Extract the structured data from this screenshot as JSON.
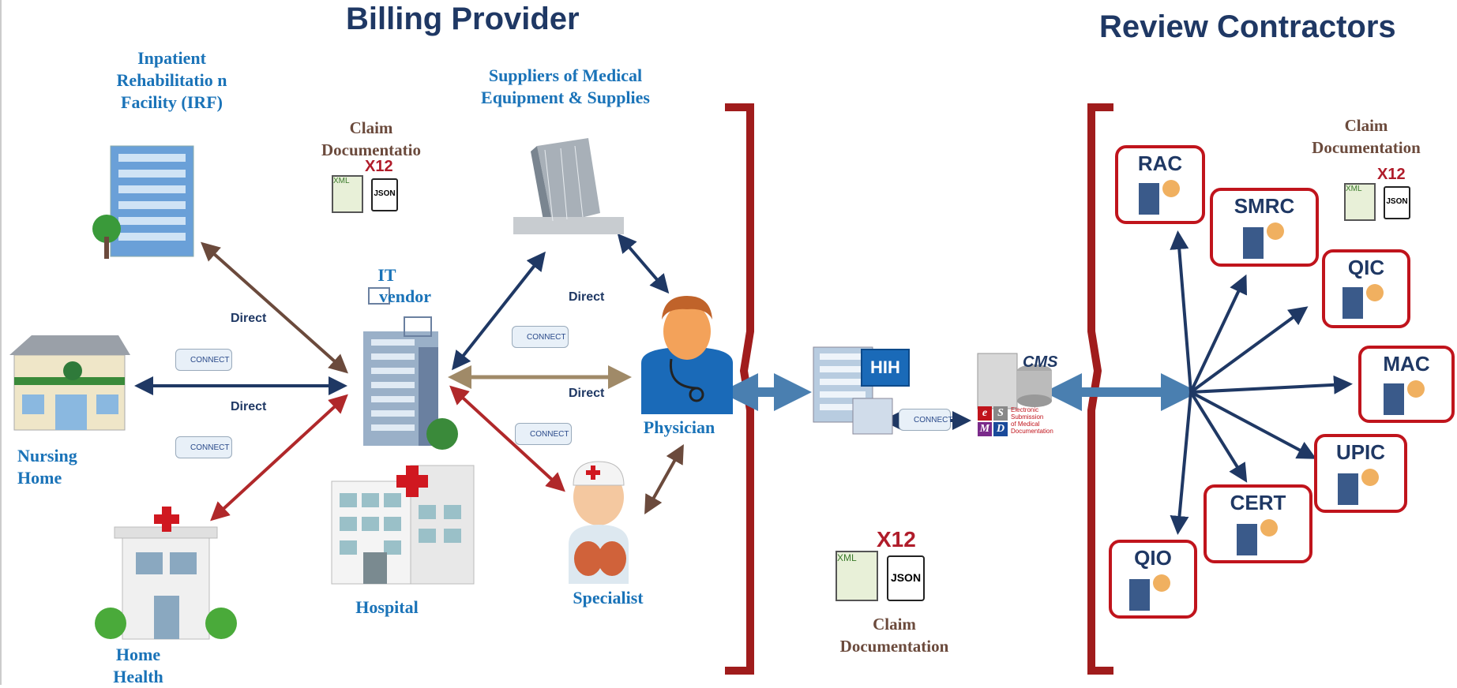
{
  "headings": {
    "billing_provider": "Billing Provider",
    "review_contractors": "Review Contractors"
  },
  "providers": {
    "irf": "Inpatient Rehabilitatio n Facility (IRF)",
    "suppliers": "Suppliers of Medical Equipment & Supplies",
    "it_vendor_1": "IT",
    "it_vendor_2": "vendor",
    "nursing_home": "Nursing Home",
    "home_health": "Home Health",
    "hospital": "Hospital",
    "physician": "Physician",
    "specialist": "Specialist"
  },
  "claim_docs": {
    "left": "Claim Documentatio",
    "center": "Claim Documentation",
    "right": "Claim Documentation"
  },
  "protocols": {
    "direct": "Direct",
    "connect": "CONNECT",
    "x12": "X12",
    "xml": "XML",
    "json": "JSON"
  },
  "hih": "HIH",
  "cms": {
    "logo": "CMS",
    "esmd_1": "Electronic",
    "esmd_2": "Submission",
    "esmd_3": "of Medical",
    "esmd_4": "Documentation",
    "e": "e",
    "s": "S",
    "m": "M",
    "d": "D"
  },
  "contractors": [
    "RAC",
    "SMRC",
    "QIC",
    "MAC",
    "UPIC",
    "CERT",
    "QIO"
  ],
  "colors": {
    "heading": "#1f3864",
    "label_blue": "#1a73b8",
    "label_brown": "#6b4a3c",
    "bracket": "#a01c1c",
    "box_border": "#c0141c",
    "arrow_navy": "#1f3864",
    "arrow_brown": "#6b4a3c",
    "arrow_red": "#b0282a",
    "arrow_tan": "#a08a68",
    "arrow_steel": "#4a7fb0"
  }
}
